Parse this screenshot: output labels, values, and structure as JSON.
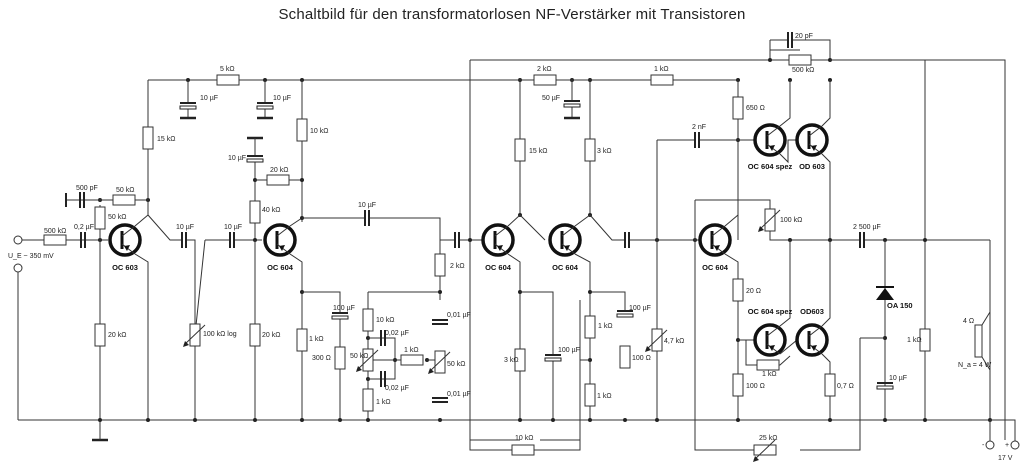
{
  "title": "Schaltbild für den transformatorlosen NF-Verstärker mit Transistoren",
  "input": {
    "label": "U_E ~ 350 mV"
  },
  "supply": {
    "minus": "-",
    "plus": "+",
    "voltage": "17 V"
  },
  "speaker": {
    "impedance": "4 Ω",
    "power": "N_a = 4 W"
  },
  "transistors": [
    {
      "id": "T1",
      "type": "OC 603"
    },
    {
      "id": "T2",
      "type": "OC 604"
    },
    {
      "id": "T3",
      "type": "OC 604"
    },
    {
      "id": "T4",
      "type": "OC 604"
    },
    {
      "id": "T5",
      "type": "OC 604"
    },
    {
      "id": "T6",
      "type": "OC 604 spez"
    },
    {
      "id": "T7",
      "type": "OD 603"
    },
    {
      "id": "T8",
      "type": "OC 604 spez"
    },
    {
      "id": "T9",
      "type": "OD603"
    }
  ],
  "diode": {
    "type": "OA 150"
  },
  "resistors": [
    {
      "id": "R1",
      "value": "500 kΩ"
    },
    {
      "id": "R2",
      "value": "50 kΩ"
    },
    {
      "id": "R3",
      "value": "50 kΩ"
    },
    {
      "id": "R4",
      "value": "15 kΩ"
    },
    {
      "id": "R5",
      "value": "5 kΩ"
    },
    {
      "id": "R6",
      "value": "20 kΩ"
    },
    {
      "id": "R7",
      "value": "100 kΩ log"
    },
    {
      "id": "R8",
      "value": "10 kΩ"
    },
    {
      "id": "R9",
      "value": "20 kΩ"
    },
    {
      "id": "R10",
      "value": "40 kΩ"
    },
    {
      "id": "R11",
      "value": "20 kΩ"
    },
    {
      "id": "R12",
      "value": "1 kΩ"
    },
    {
      "id": "R13",
      "value": "300 Ω"
    },
    {
      "id": "R14",
      "value": "10 kΩ"
    },
    {
      "id": "R15",
      "value": "50 kΩ"
    },
    {
      "id": "R16",
      "value": "1 kΩ"
    },
    {
      "id": "R17",
      "value": "1 kΩ"
    },
    {
      "id": "R18",
      "value": "2 kΩ"
    },
    {
      "id": "R19",
      "value": "50 kΩ"
    },
    {
      "id": "R20",
      "value": "2 kΩ"
    },
    {
      "id": "R21",
      "value": "15 kΩ"
    },
    {
      "id": "R22",
      "value": "3 kΩ"
    },
    {
      "id": "R23",
      "value": "3 kΩ"
    },
    {
      "id": "R24",
      "value": "1 kΩ"
    },
    {
      "id": "R25",
      "value": "1 kΩ"
    },
    {
      "id": "R26",
      "value": "100 Ω"
    },
    {
      "id": "R27",
      "value": "10 kΩ"
    },
    {
      "id": "R28",
      "value": "4,7 kΩ"
    },
    {
      "id": "R29",
      "value": "1 kΩ"
    },
    {
      "id": "R30",
      "value": "500 kΩ"
    },
    {
      "id": "R31",
      "value": "650 Ω"
    },
    {
      "id": "R32",
      "value": "100 kΩ"
    },
    {
      "id": "R33",
      "value": "20 Ω"
    },
    {
      "id": "R34",
      "value": "1 kΩ"
    },
    {
      "id": "R35",
      "value": "100 Ω"
    },
    {
      "id": "R36",
      "value": "0,7 Ω"
    },
    {
      "id": "R37",
      "value": "25 kΩ"
    },
    {
      "id": "R38",
      "value": "1 kΩ"
    }
  ],
  "capacitors": [
    {
      "id": "C1",
      "value": "0,2 µF"
    },
    {
      "id": "C2",
      "value": "500 pF"
    },
    {
      "id": "C3",
      "value": "10 µF"
    },
    {
      "id": "C4",
      "value": "10 µF"
    },
    {
      "id": "C5",
      "value": "10 µF"
    },
    {
      "id": "C6",
      "value": "10 µF"
    },
    {
      "id": "C7",
      "value": "10 µF"
    },
    {
      "id": "C8",
      "value": "100 µF"
    },
    {
      "id": "C9",
      "value": "0,02 µF"
    },
    {
      "id": "C10",
      "value": "0,02 µF"
    },
    {
      "id": "C11",
      "value": "0,01 µF"
    },
    {
      "id": "C12",
      "value": "0,01 µF"
    },
    {
      "id": "C13",
      "value": "10 µF"
    },
    {
      "id": "C14",
      "value": "50 µF"
    },
    {
      "id": "C15",
      "value": "100 µF"
    },
    {
      "id": "C16",
      "value": "100 µF"
    },
    {
      "id": "C17",
      "value": "10 µF"
    },
    {
      "id": "C18",
      "value": "2 nF"
    },
    {
      "id": "C19",
      "value": "20 pF"
    },
    {
      "id": "C20",
      "value": "2 500 µF"
    },
    {
      "id": "C21",
      "value": "10 µF"
    }
  ]
}
